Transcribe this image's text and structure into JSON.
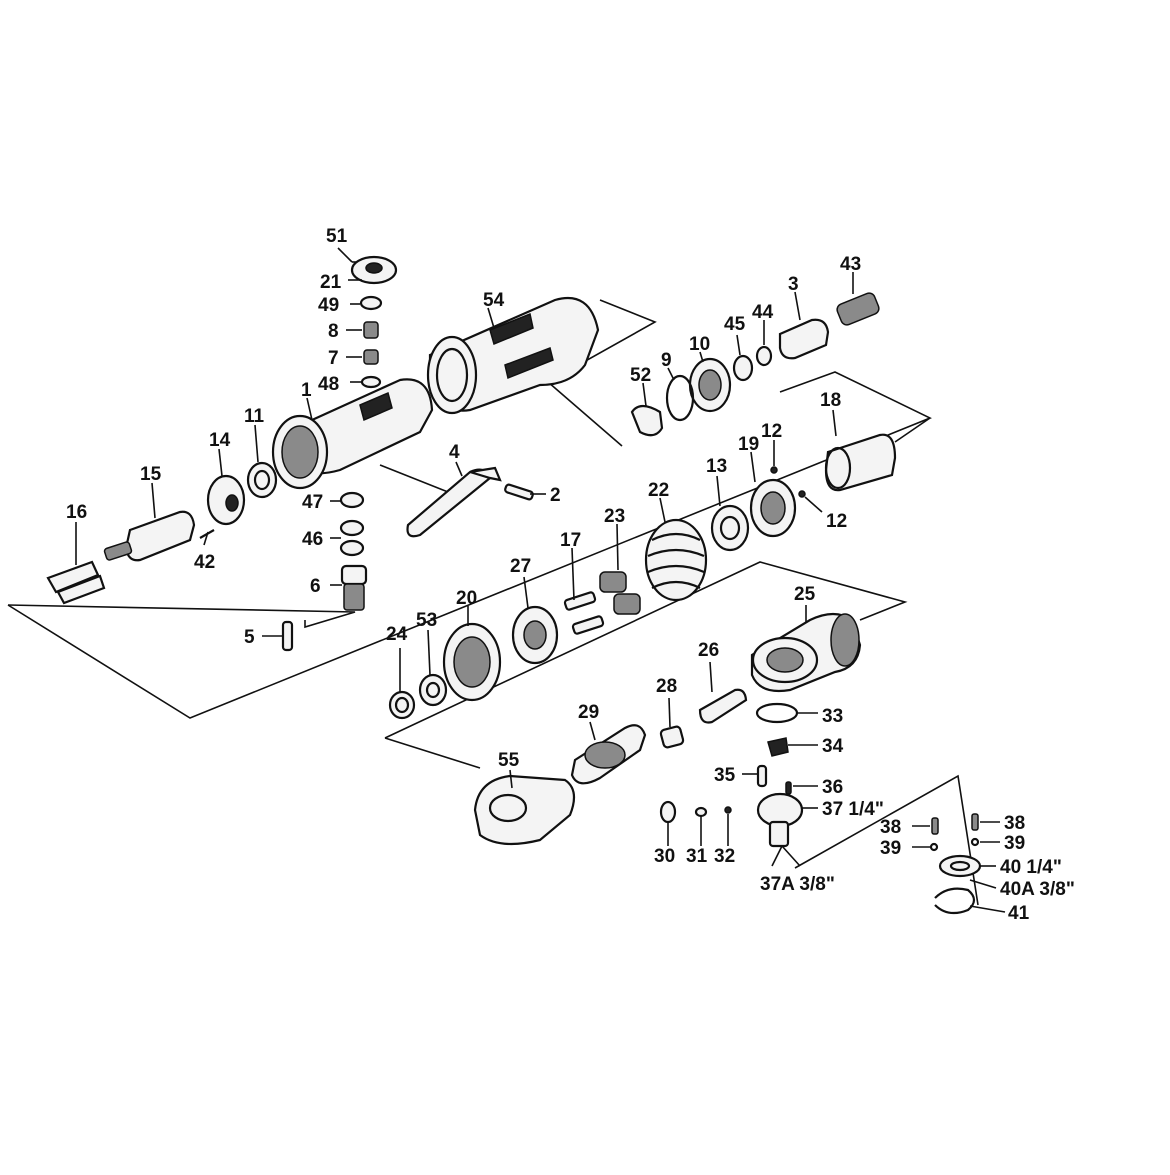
{
  "callouts": [
    {
      "id": "c51",
      "text": "51"
    },
    {
      "id": "c21",
      "text": "21"
    },
    {
      "id": "c49",
      "text": "49"
    },
    {
      "id": "c8",
      "text": "8"
    },
    {
      "id": "c7",
      "text": "7"
    },
    {
      "id": "c48",
      "text": "48"
    },
    {
      "id": "c54",
      "text": "54"
    },
    {
      "id": "c1",
      "text": "1"
    },
    {
      "id": "c11",
      "text": "11"
    },
    {
      "id": "c14",
      "text": "14"
    },
    {
      "id": "c15",
      "text": "15"
    },
    {
      "id": "c16",
      "text": "16"
    },
    {
      "id": "c42",
      "text": "42"
    },
    {
      "id": "c47",
      "text": "47"
    },
    {
      "id": "c46",
      "text": "46"
    },
    {
      "id": "c6",
      "text": "6"
    },
    {
      "id": "c5",
      "text": "5"
    },
    {
      "id": "c4",
      "text": "4"
    },
    {
      "id": "c2",
      "text": "2"
    },
    {
      "id": "c43",
      "text": "43"
    },
    {
      "id": "c3",
      "text": "3"
    },
    {
      "id": "c44",
      "text": "44"
    },
    {
      "id": "c45",
      "text": "45"
    },
    {
      "id": "c10",
      "text": "10"
    },
    {
      "id": "c9",
      "text": "9"
    },
    {
      "id": "c52",
      "text": "52"
    },
    {
      "id": "c18",
      "text": "18"
    },
    {
      "id": "c12a",
      "text": "12"
    },
    {
      "id": "c19",
      "text": "19"
    },
    {
      "id": "c13",
      "text": "13"
    },
    {
      "id": "c12b",
      "text": "12"
    },
    {
      "id": "c22",
      "text": "22"
    },
    {
      "id": "c23",
      "text": "23"
    },
    {
      "id": "c17",
      "text": "17"
    },
    {
      "id": "c27",
      "text": "27"
    },
    {
      "id": "c20",
      "text": "20"
    },
    {
      "id": "c53",
      "text": "53"
    },
    {
      "id": "c24",
      "text": "24"
    },
    {
      "id": "c25",
      "text": "25"
    },
    {
      "id": "c26",
      "text": "26"
    },
    {
      "id": "c28",
      "text": "28"
    },
    {
      "id": "c29",
      "text": "29"
    },
    {
      "id": "c55",
      "text": "55"
    },
    {
      "id": "c33",
      "text": "33"
    },
    {
      "id": "c34",
      "text": "34"
    },
    {
      "id": "c35",
      "text": "35"
    },
    {
      "id": "c36",
      "text": "36"
    },
    {
      "id": "c37",
      "text": "37 1/4\""
    },
    {
      "id": "c30",
      "text": "30"
    },
    {
      "id": "c31",
      "text": "31"
    },
    {
      "id": "c32",
      "text": "32"
    },
    {
      "id": "c37a",
      "text": "37A 3/8\""
    },
    {
      "id": "c38a",
      "text": "38"
    },
    {
      "id": "c39a",
      "text": "39"
    },
    {
      "id": "c38b",
      "text": "38"
    },
    {
      "id": "c39b",
      "text": "39"
    },
    {
      "id": "c40",
      "text": "40 1/4\""
    },
    {
      "id": "c40a",
      "text": "40A 3/8\""
    },
    {
      "id": "c41",
      "text": "41"
    }
  ]
}
